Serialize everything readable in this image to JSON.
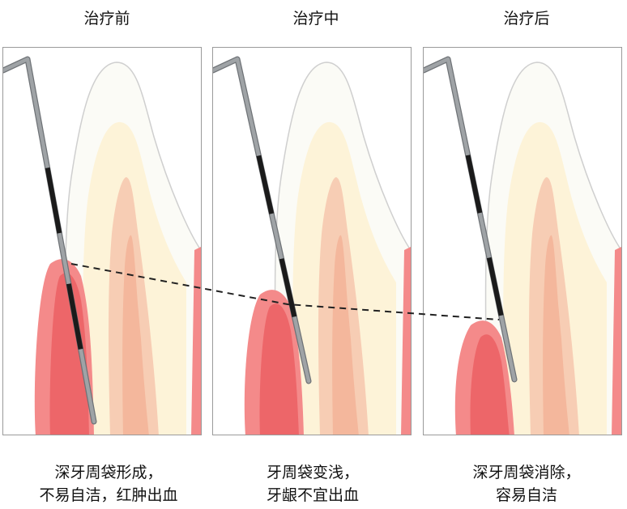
{
  "panels": [
    {
      "title": "治疗前",
      "caption": [
        "深牙周袋形成，",
        "不易自洁，红肿出血"
      ],
      "gum_top": 0.1
    },
    {
      "title": "治疗中",
      "caption": [
        "牙周袋变浅，",
        "牙龈不宜出血"
      ],
      "gum_top": 0.42
    },
    {
      "title": "治疗后",
      "caption": [
        "深牙周袋消除，",
        "容易自洁"
      ],
      "gum_top": 0.55
    }
  ],
  "colors": {
    "enamel": "#fbfbf6",
    "dentin": "#fdf3d8",
    "pulp": "#f7cdb4",
    "pulp_core": "#f4b79c",
    "gum": "#f48a8a",
    "gum_dark": "#e8484f",
    "bone": "#f3e6c8",
    "probe_steel": "#9fa3a6",
    "probe_black": "#1b1b1b",
    "line": "#222222"
  }
}
